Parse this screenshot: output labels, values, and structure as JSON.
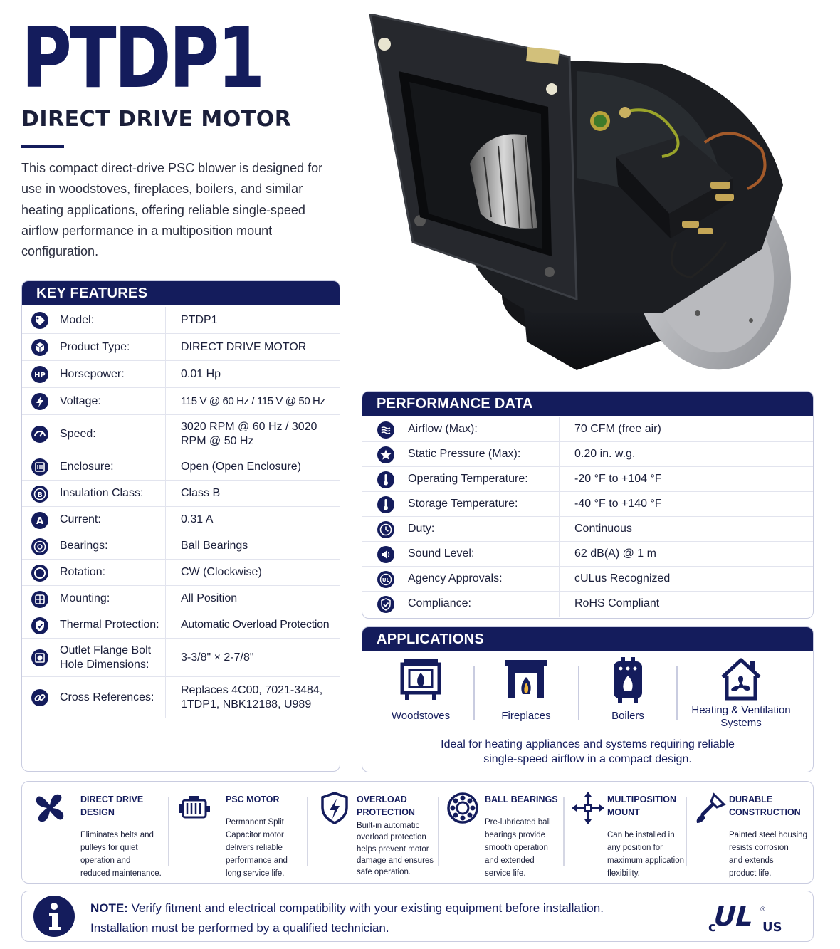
{
  "header": {
    "title": "PTDP1",
    "subtitle": "DIRECT DRIVE MOTOR",
    "intro": "This compact direct-drive PSC blower is designed for use in woodstoves, fireplaces, boilers, and similar heating applications, offering reliable single-speed airflow performance in a multiposition mount configuration."
  },
  "key_features": {
    "title": "KEY FEATURES",
    "rows": [
      {
        "icon": "tag-icon",
        "label": "Model:",
        "value": "PTDP1"
      },
      {
        "icon": "box-icon",
        "label": "Product Type:",
        "value": "DIRECT DRIVE MOTOR"
      },
      {
        "icon": "hp-icon",
        "label": "Horsepower:",
        "value": "0.01 Hp"
      },
      {
        "icon": "bolt-icon",
        "label": "Voltage:",
        "value": "115 V @ 60 Hz / 115 V @ 50 Hz"
      },
      {
        "icon": "gauge-icon",
        "label": "Speed:",
        "value": "3020 RPM @ 60 Hz / 3020 RPM @ 50 Hz"
      },
      {
        "icon": "enclosure-icon",
        "label": "Enclosure:",
        "value": "Open (Open Enclosure)"
      },
      {
        "icon": "insulation-b-icon",
        "label": "Insulation Class:",
        "value": "Class B"
      },
      {
        "icon": "current-a-icon",
        "label": "Current:",
        "value": "0.31 A"
      },
      {
        "icon": "bearing-icon",
        "label": "Bearings:",
        "value": "Ball Bearings"
      },
      {
        "icon": "rotation-icon",
        "label": "Rotation:",
        "value": "CW (Clockwise)"
      },
      {
        "icon": "mounting-icon",
        "label": "Mounting:",
        "value": "All Position"
      },
      {
        "icon": "shield-check-icon",
        "label": "Thermal Protection:",
        "value": "Automatic Overload Protection"
      },
      {
        "icon": "flange-icon",
        "label": "Outlet Flange Bolt Hole Dimensions:",
        "value": "3-3/8\" × 2-7/8\""
      },
      {
        "icon": "link-icon",
        "label": "Cross References:",
        "value": "Replaces 4C00, 7021-3484, 1TDP1, NBK12188, U989"
      }
    ]
  },
  "performance_data": {
    "title": "PERFORMANCE DATA",
    "rows": [
      {
        "icon": "airflow-icon",
        "label": "Airflow (Max):",
        "value": "70 CFM (free air)"
      },
      {
        "icon": "star-icon",
        "label": "Static Pressure (Max):",
        "value": "0.20 in. w.g."
      },
      {
        "icon": "thermometer-icon",
        "label": "Operating Temperature:",
        "value": "-20 °F to +104 °F"
      },
      {
        "icon": "thermometer-icon",
        "label": "Storage Temperature:",
        "value": "-40 °F to +140 °F"
      },
      {
        "icon": "clock-icon",
        "label": "Duty:",
        "value": "Continuous"
      },
      {
        "icon": "speaker-icon",
        "label": "Sound Level:",
        "value": "62 dB(A) @ 1 m"
      },
      {
        "icon": "approval-icon",
        "label": "Agency Approvals:",
        "value": "cULus Recognized"
      },
      {
        "icon": "check-badge-icon",
        "label": "Compliance:",
        "value": "RoHS Compliant"
      }
    ]
  },
  "applications": {
    "title": "APPLICATIONS",
    "items": [
      {
        "icon": "woodstove-icon",
        "label": "Woodstoves"
      },
      {
        "icon": "fireplace-icon",
        "label": "Fireplaces"
      },
      {
        "icon": "boiler-icon",
        "label": "Boilers"
      },
      {
        "icon": "hvac-house-icon",
        "label": "Heating & Ventilation Systems"
      }
    ],
    "note_line1": "Ideal for heating appliances and systems requiring reliable",
    "note_line2": "single-speed airflow in a compact design."
  },
  "features": [
    {
      "icon": "fan-icon",
      "title_line1": "DIRECT DRIVE",
      "title_line2": "DESIGN",
      "desc": [
        "Eliminates belts and",
        "pulleys for quiet",
        "operation and",
        "reduced maintenance."
      ]
    },
    {
      "icon": "motor-icon",
      "title_line1": "PSC MOTOR",
      "title_line2": "",
      "desc": [
        "Permanent Split",
        "Capacitor motor",
        "delivers reliable",
        "performance and",
        "long service life."
      ]
    },
    {
      "icon": "shield-bolt-icon",
      "title_line1": "OVERLOAD",
      "title_line2": "PROTECTION",
      "desc": [
        "Built-in automatic",
        "overload protection",
        "helps prevent motor",
        "damage and ensures",
        "safe operation."
      ]
    },
    {
      "icon": "ball-bearing-icon",
      "title_line1": "BALL BEARINGS",
      "title_line2": "",
      "desc": [
        "Pre-lubricated ball",
        "bearings provide",
        "smooth operation",
        "and extended",
        "service life."
      ]
    },
    {
      "icon": "move-arrows-icon",
      "title_line1": "MULTIPOSITION",
      "title_line2": "MOUNT",
      "desc": [
        "Can be installed in",
        "any position for",
        "maximum application",
        "flexibility."
      ]
    },
    {
      "icon": "paint-brush-icon",
      "title_line1": "DURABLE",
      "title_line2": "CONSTRUCTION",
      "desc": [
        "Painted steel housing",
        "resists corrosion",
        "and extends",
        "product life."
      ]
    }
  ],
  "note": {
    "bold": "NOTE:",
    "line1": " Verify fitment and electrical compatibility with your existing equipment before installation.",
    "line2": "Installation must be performed by a qualified technician.",
    "mark_c": "c",
    "mark_ul": "UL",
    "mark_us": "US",
    "mark_r": "®"
  },
  "colors": {
    "navy": "#141c5c",
    "border": "#c9cce0",
    "rule": "#e2e4ee"
  }
}
